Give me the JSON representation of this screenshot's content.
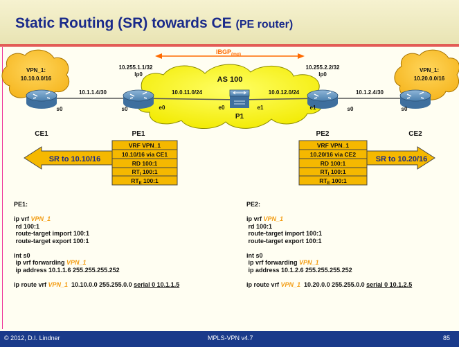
{
  "title": {
    "main": "Static Routing (SR) towards CE",
    "sub": "(PE router)"
  },
  "diagram": {
    "ibgp": "IBGP",
    "ibgp_sub": "(mp)",
    "as": "AS 100",
    "p1": "P1",
    "pe1_loop": "10.255.1.1/32",
    "pe2_loop": "10.255.2.2/32",
    "lp0": "lp0",
    "net_left": "10.0.11.0/24",
    "net_right": "10.0.12.0/24",
    "e0": "e0",
    "e1": "e1",
    "s0": "s0",
    "link_left": "10.1.1.4/30",
    "link_right": "10.1.2.4/30",
    "vpn1_left_name": "VPN_1:",
    "vpn1_left_net": "10.10.0.0/16",
    "vpn1_right_name": "VPN_1:",
    "vpn1_right_net": "10.20.0.0/16",
    "ce1": "CE1",
    "pe1": "PE1",
    "pe2": "PE2",
    "ce2": "CE2",
    "sr_left": "SR to 10.10/16",
    "sr_right": "SR to 10.20/16",
    "pe1_table": [
      "VRF VPN_1",
      "10.10/16 via CE1",
      "RD 100:1",
      "RT",
      "RT"
    ],
    "pe2_table": [
      "VRF VPN_1",
      "10.20/16 via CE2",
      "RD 100:1",
      "RT",
      "RT"
    ],
    "rt_i": "I",
    "rt_e": "E",
    "rt_value": " 100:1"
  },
  "config_pe1": {
    "header": "PE1:",
    "l1a": "ip vrf ",
    "l1b": "VPN_1",
    "l2": " rd 100:1",
    "l3": " route-target import 100:1",
    "l4": " route-target export 100:1",
    "l5": "int s0",
    "l6a": " ip vrf forwarding ",
    "l6b": "VPN_1",
    "l7": " ip address 10.1.1.6 255.255.255.252",
    "l8a": "ip route vrf ",
    "l8b": "VPN_1",
    "l8c": "  10.10.0.0 255.255.0.0 ",
    "l8d": "serial 0 10.1.1.5"
  },
  "config_pe2": {
    "header": "PE2:",
    "l1a": "ip vrf ",
    "l1b": "VPN_1",
    "l2": " rd 100:1",
    "l3": " route-target import 100:1",
    "l4": " route-target export 100:1",
    "l5": "int s0",
    "l6a": " ip vrf forwarding ",
    "l6b": "VPN_1",
    "l7": " ip address 10.1.2.6 255.255.255.252",
    "l8a": "ip route vrf ",
    "l8b": "VPN_1",
    "l8c": "  10.20.0.0 255.255.0.0 ",
    "l8d": "serial 0 10.1.2.5"
  },
  "footer": {
    "copyright": "© 2012, D.I. Lindner",
    "course": "MPLS-VPN v4.7",
    "page": "85"
  }
}
